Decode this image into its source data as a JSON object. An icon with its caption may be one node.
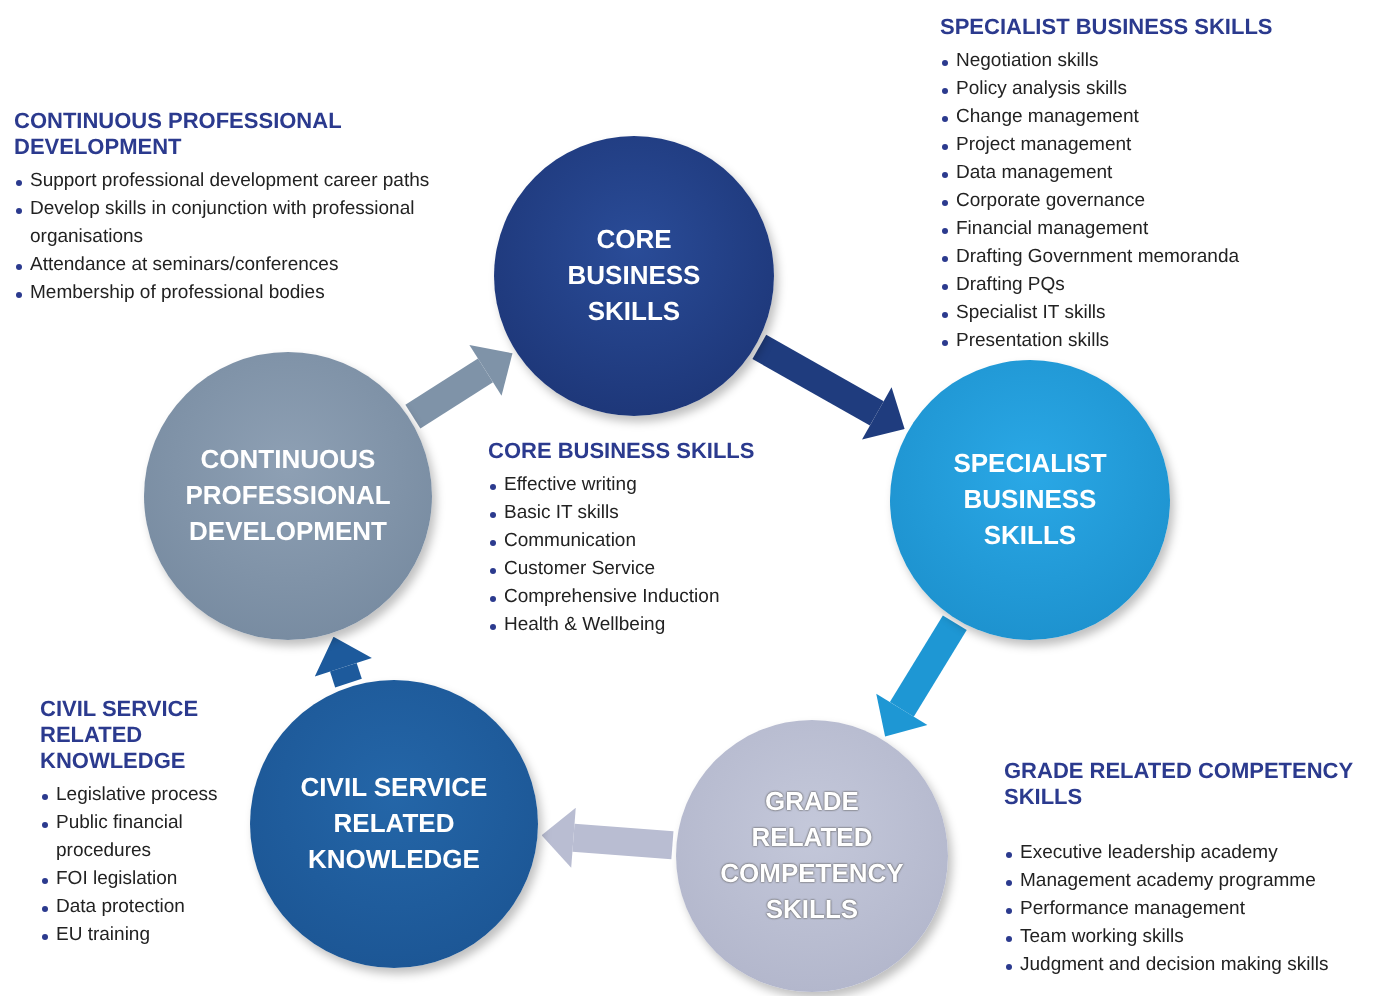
{
  "diagram": {
    "nodes": [
      {
        "text": [
          "CORE BUSINESS SKILLS"
        ],
        "beside": [
          "CORE BUSINESS SKILLS",
          "Effective writing",
          "Basic IT skills",
          "Communication",
          "Customer Service",
          "Comprehensive Induction",
          "Health & Wellbeing"
        ]
      },
      {
        "text": [
          "SPECIALIST BUSINESS SKILLS"
        ],
        "beside": [
          "SPECIALIST BUSINESS SKILLS",
          "Negotiation skills",
          "Policy analysis skills",
          "Change management",
          "Project management",
          "Data management",
          "Corporate governance",
          "Financial management",
          "Drafting Government memoranda",
          "Drafting PQs",
          "Specialist IT skills",
          "Presentation skills"
        ]
      },
      {
        "text": [
          "GRADE RELATED COMPETENCY SKILLS"
        ],
        "beside": [
          "GRADE RELATED COMPETENCY SKILLS",
          "Executive leadership academy",
          "Management academy programme",
          "Performance management",
          "Team working skills",
          "Judgment and decision making skills"
        ]
      },
      {
        "text": [
          "CIVIL SERVICE RELATED KNOWLEDGE"
        ],
        "beside": [
          "CIVIL SERVICE RELATED KNOWLEDGE",
          "Legislative process",
          "Public financial procedures",
          "FOI legislation",
          "Data protection",
          "EU training"
        ]
      },
      {
        "text": [
          "CONTINUOUS PROFESSIONAL DEVELOPMENT"
        ],
        "beside": [
          "CONTINUOUS PROFESSIONAL DEVELOPMENT",
          "Support professional development career paths",
          "Develop skills in conjunction with professional organisations",
          "Attendance at seminars/conferences",
          "Membership of professional bodies"
        ]
      }
    ],
    "edges": [
      {
        "from": 0,
        "to": 1,
        "arrow": "to",
        "color": "#1f3c7e"
      },
      {
        "from": 1,
        "to": 2,
        "arrow": "to",
        "color": "#1e97d4"
      },
      {
        "from": 2,
        "to": 3,
        "arrow": "to",
        "color": "#b9bdd2"
      },
      {
        "from": 3,
        "to": 4,
        "arrow": "to",
        "color": "#1d5a9c"
      },
      {
        "from": 4,
        "to": 0,
        "arrow": "to",
        "color": "#7f93a8"
      }
    ]
  }
}
